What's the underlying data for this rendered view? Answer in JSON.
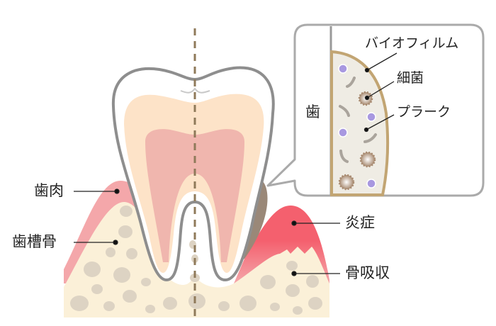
{
  "labels": {
    "gum": "歯肉",
    "alveolar_bone": "歯槽骨",
    "inflammation": "炎症",
    "bone_resorption": "骨吸収"
  },
  "callout": {
    "tooth": "歯",
    "biofilm": "バイオフィルム",
    "bacteria": "細菌",
    "plaque": "プラーク"
  },
  "colors": {
    "gum": "#f4a7aa",
    "bone": "#fbf0d8",
    "bone_spot": "#ddd3c3",
    "enamel_outline": "#8e8e8e",
    "dentin": "#fde3c8",
    "pulp": "#f0b6ae",
    "inflamed": "#f4606e",
    "tartar": "#9a8878",
    "biofilm": "#c2a573",
    "plaque": "#efece4",
    "bacteria_round": "#a898e0",
    "bacteria_spiky": "#b09580",
    "center_line": "#8f7a5a"
  }
}
